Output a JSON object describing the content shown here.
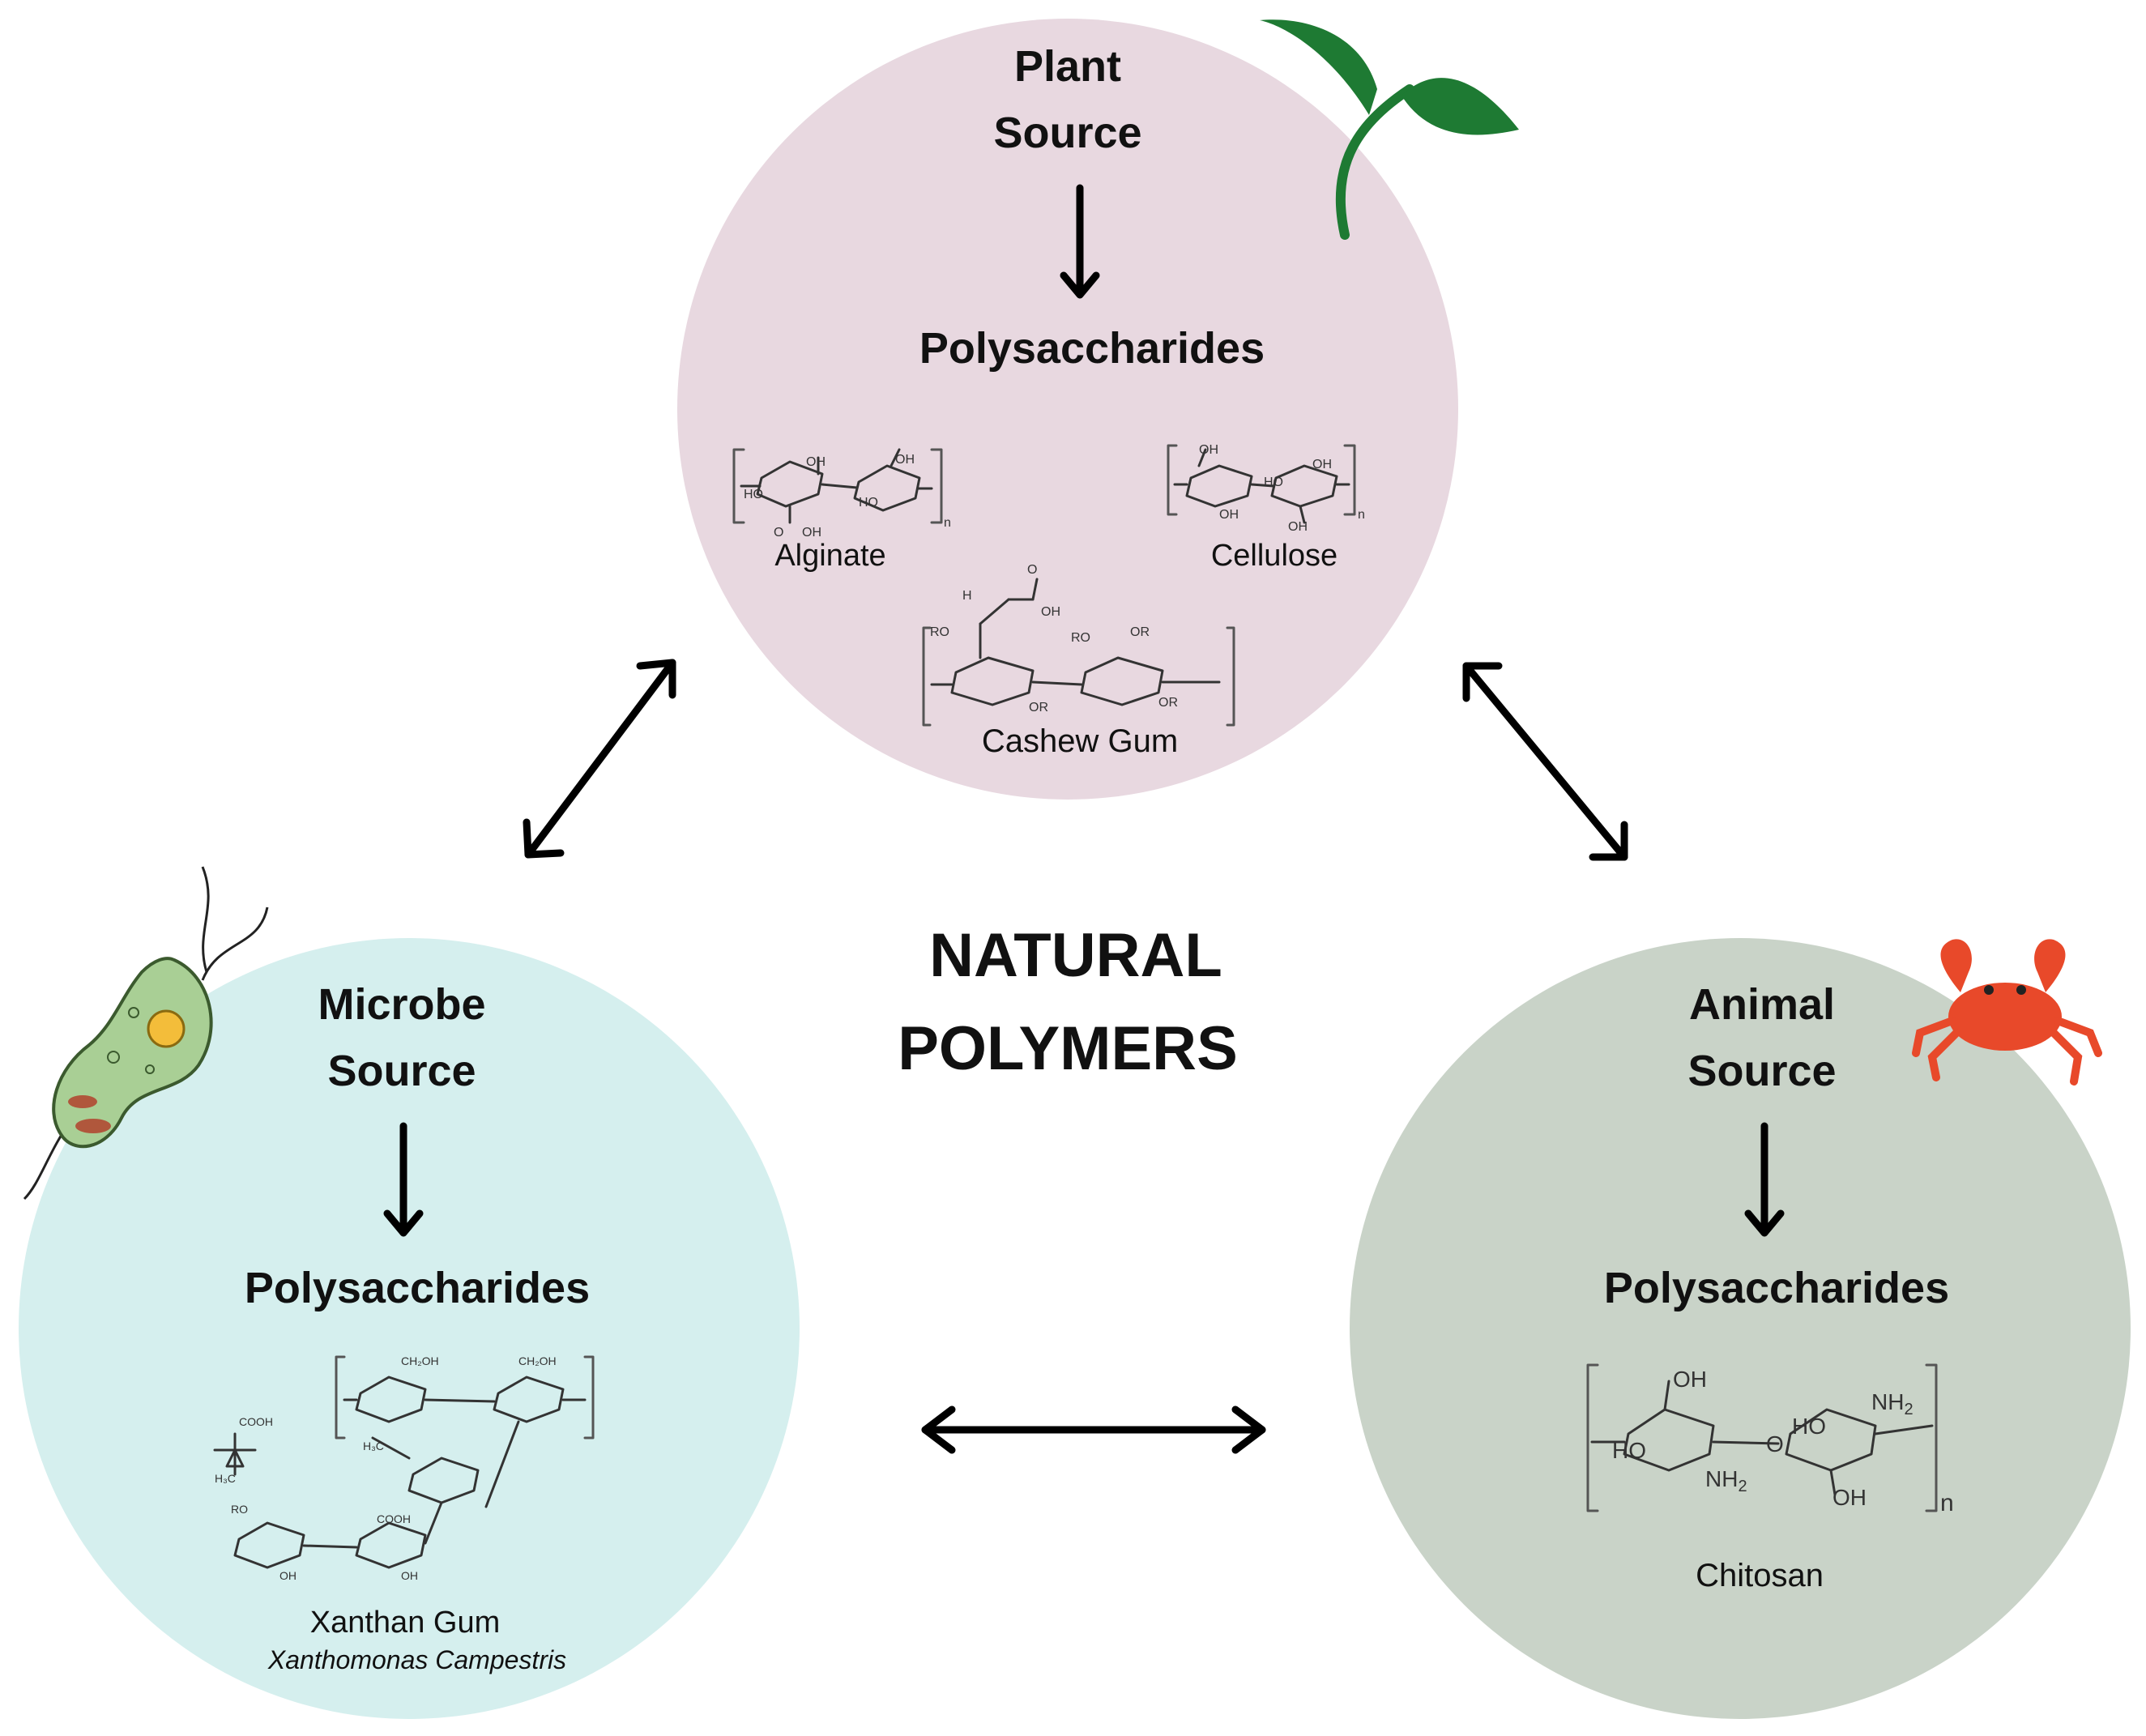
{
  "colors": {
    "plant_circle": "#e8d8e0",
    "microbe_circle": "#d5efee",
    "animal_circle": "#c9d3c8",
    "leaf": "#1e7a33",
    "crab": "#e8492a",
    "microbe_body": "#a9cf95",
    "microbe_nucleus": "#f3bd3a",
    "ink": "#000000"
  },
  "center": {
    "line1": "NATURAL",
    "line2": "POLYMERS"
  },
  "plant": {
    "heading_line1": "Plant",
    "heading_line2": "Source",
    "product": "Polysaccharides",
    "icon": "sprout-icon",
    "molecules": {
      "alginate": "Alginate",
      "cellulose": "Cellulose",
      "cashew": "Cashew Gum"
    }
  },
  "microbe": {
    "heading_line1": "Microbe",
    "heading_line2": "Source",
    "product": "Polysaccharides",
    "icon": "bacterium-icon",
    "molecule_name": "Xanthan Gum",
    "organism": "Xanthomonas Campestris"
  },
  "animal": {
    "heading_line1": "Animal",
    "heading_line2": "Source",
    "product": "Polysaccharides",
    "icon": "crab-icon",
    "molecule_name": "Chitosan",
    "atoms": {
      "oh_top": "OH",
      "ho_left": "HO",
      "nh2_bottom": "NH",
      "ho_mid": "HO",
      "nh2_top": "NH",
      "oh_bottom": "OH",
      "o_link": "O",
      "n": "n",
      "sub2": "2"
    }
  }
}
